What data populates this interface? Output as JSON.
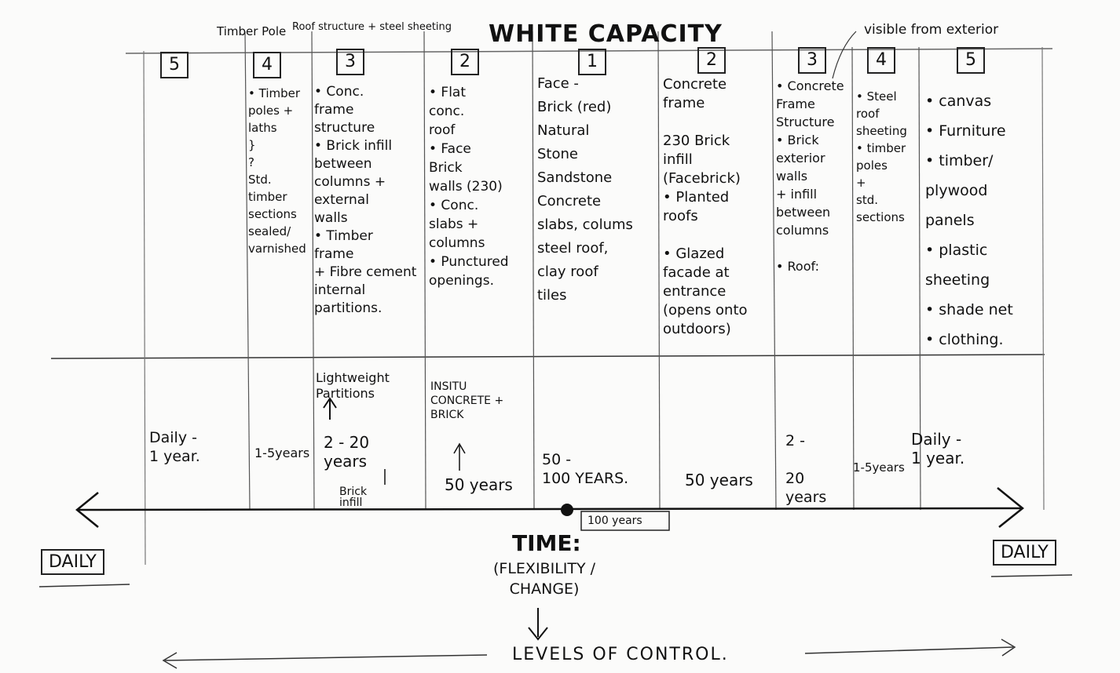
{
  "header": {
    "top_left_note_1": "Timber Pole",
    "top_left_note_2": "Roof structure + steel sheeting",
    "title": "WHITE CAPACITY",
    "top_right_note": "visible from exterior"
  },
  "columns": [
    {
      "number": "5",
      "materials": "",
      "time": "Daily -\n1 year."
    },
    {
      "number": "4",
      "materials": "• Timber\npoles +\nlaths\n}\n?\nStd.\ntimber\nsections\nsealed/\nvarnished",
      "time": "1-5years"
    },
    {
      "number": "3",
      "materials": "• Conc.\nframe\nstructure\n• Brick infill\nbetween\ncolumns +\nexternal\nwalls\n• Timber\nframe\n+ Fibre cement\ninternal\npartitions.",
      "time": "2 - 20\nyears"
    },
    {
      "number": "2",
      "materials": "• Flat\nconc.\nroof\n• Face\nBrick\nwalls (230)\n• Conc.\nslabs +\ncolumns\n• Punctured\nopenings.",
      "time": "50 years"
    },
    {
      "number": "1",
      "materials": "Face -\nBrick (red)\nNatural\nStone\nSandstone\nConcrete\nslabs, colums\nsteel roof,\nclay roof\ntiles",
      "time": "50 -\n100 YEARS."
    },
    {
      "number": "2",
      "materials": "Concrete\nframe\n\n230 Brick\ninfill\n(Facebrick)\n• Planted\nroofs\n\n• Glazed\nfacade at\nentrance\n(opens onto\noutdoors)",
      "time": "50 years"
    },
    {
      "number": "3",
      "materials": "• Concrete\nFrame\nStructure\n• Brick\nexterior\nwalls\n+ infill\nbetween\ncolumns\n\n• Roof:",
      "time": "2 -\n\n20\nyears"
    },
    {
      "number": "4",
      "materials": "• Steel\nroof\nsheeting\n• timber\npoles\n+\nstd.\nsections",
      "time": "1-5years"
    },
    {
      "number": "5",
      "materials": "• canvas\n• Furniture\n• timber/\nplywood\npanels\n• plastic\nsheeting\n• shade net\n• clothing.",
      "time": "Daily -\n1 year."
    }
  ],
  "notes": {
    "lightweight": "Lightweight\nPartitions",
    "insitu": "INSITU\nCONCRETE +\nBRICK",
    "brick_infill": "Brick\ninfill",
    "hundred_years": "100 years"
  },
  "axis": {
    "left_label": "DAILY",
    "right_label": "DAILY",
    "time_label": "TIME:",
    "time_sub": "(FLEXIBILITY /\nCHANGE)",
    "control_label": "LEVELS OF CONTROL."
  }
}
